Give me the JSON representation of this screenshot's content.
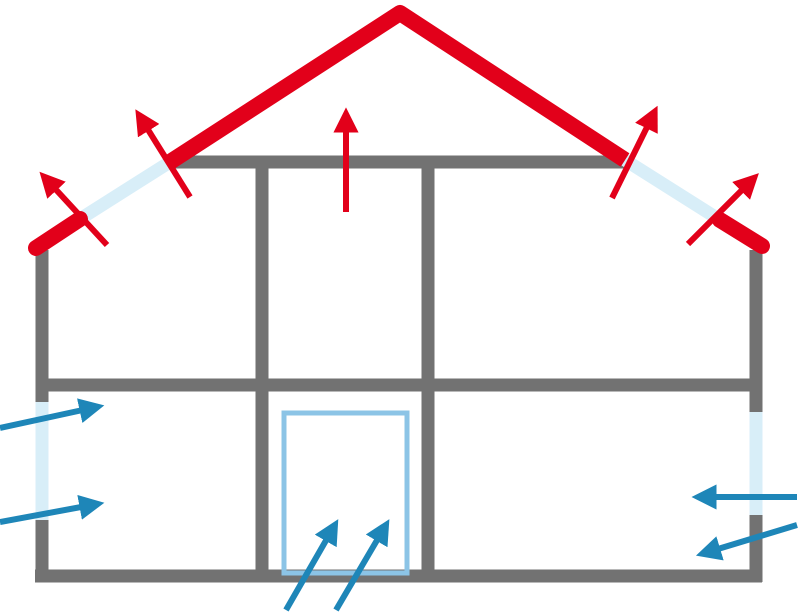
{
  "diagram": {
    "subject": "house-heat-loss-and-air-infiltration",
    "colors": {
      "wall": "#727272",
      "roof": "#e2001a",
      "glazing": "#d8eef8",
      "door": "#8cc4e6",
      "outflow_arrow": "#e2001a",
      "inflow_arrow": "#1e86b8"
    },
    "outflow_arrow_count": 5,
    "inflow_arrow_count": 6
  }
}
